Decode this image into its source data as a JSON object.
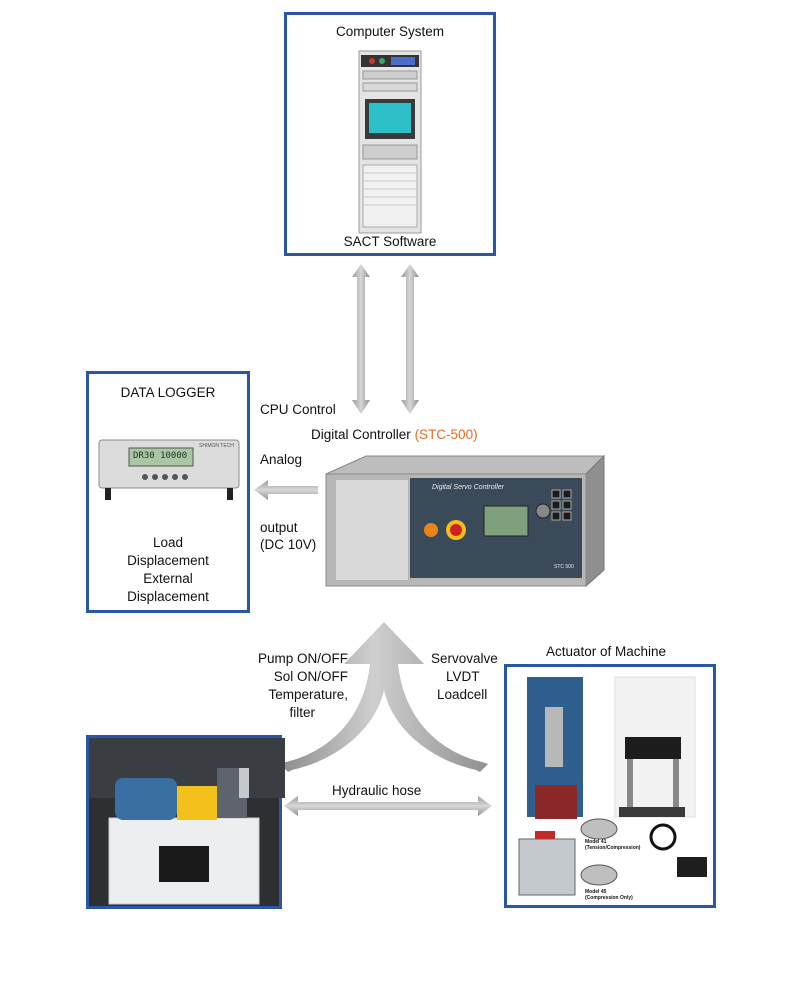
{
  "computer": {
    "title": "Computer System",
    "software": "SACT Software"
  },
  "logger": {
    "title": "DATA LOGGER",
    "screen_text": "DR30  10000",
    "brand": "SHIMON TECH",
    "lines": [
      "Load",
      "Displacement",
      "External",
      "Displacement"
    ]
  },
  "controller": {
    "label_prefix": "Digital Controller",
    "label_model": "(STC-500)",
    "panel_text": "Digital Servo Controller",
    "badge": "STC 500"
  },
  "signals": {
    "cpu_control": "CPU Control",
    "analog": "Analog",
    "output": "output",
    "dc": "(DC 10V)"
  },
  "pump": {
    "lines": [
      "Pump ON/OFF",
      "Sol ON/OFF",
      "Temperature,",
      "filter"
    ]
  },
  "servo": {
    "lines": [
      "Servovalve",
      "LVDT",
      "Loadcell"
    ]
  },
  "hose": {
    "label": "Hydraulic hose"
  },
  "actuator": {
    "title": "Actuator of Machine",
    "model41": "Model 41",
    "model41_sub": "(Tension/Compression)",
    "model45": "Model 45",
    "model45_sub": "(Compression Only)"
  }
}
